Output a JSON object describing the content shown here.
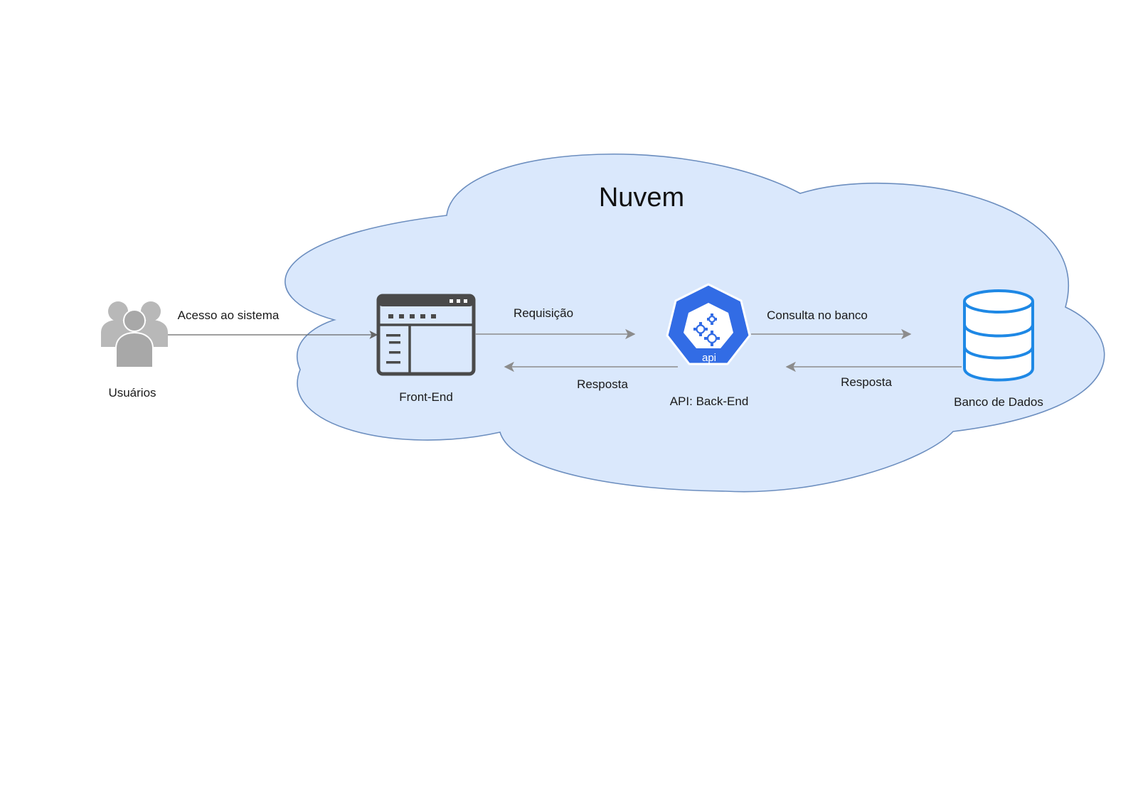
{
  "diagram": {
    "cloud_title": "Nuvem",
    "nodes": {
      "users": {
        "label": "Usuários",
        "icon": "users-group-icon"
      },
      "frontend": {
        "label": "Front-End",
        "icon": "browser-window-icon"
      },
      "api": {
        "label": "API: Back-End",
        "icon": "kubernetes-api-icon",
        "badge": "api"
      },
      "database": {
        "label": "Banco de Dados",
        "icon": "database-icon"
      }
    },
    "edges": {
      "access": "Acesso ao sistema",
      "request": "Requisição",
      "response_front": "Resposta",
      "query": "Consulta no banco",
      "response_db": "Resposta"
    },
    "colors": {
      "cloud_fill": "#dae8fc",
      "cloud_stroke": "#6c8ebf",
      "api_blue": "#326ce5",
      "db_blue": "#1e88e5",
      "arrow_gray": "#8c8c8c",
      "icon_gray": "#4a4a4a",
      "users_gray": "#b3b3b3"
    }
  }
}
